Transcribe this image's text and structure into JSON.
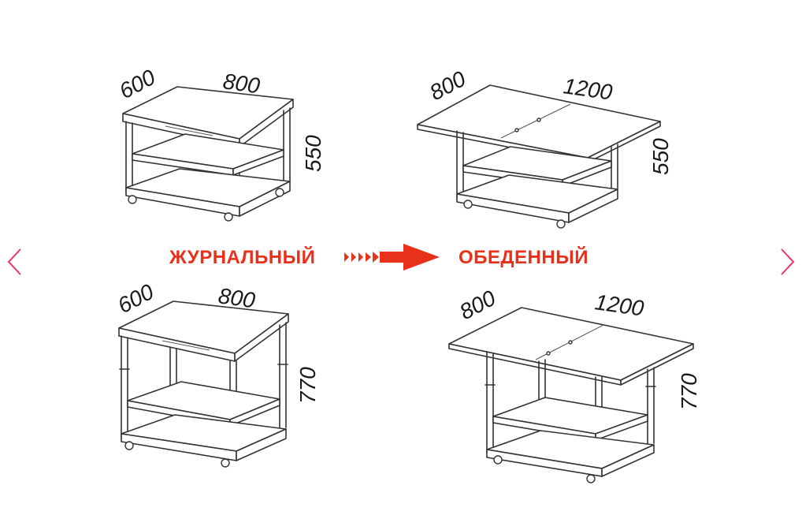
{
  "slider": {
    "prev_icon": "chevron-left-icon",
    "next_icon": "chevron-right-icon",
    "accent_color": "#e8316f"
  },
  "transformation": {
    "from_label": "ЖУРНАЛЬНЫЙ",
    "to_label": "ОБЕДЕННЫЙ",
    "arrow_icon": "arrow-right-icon",
    "label_color": "#e8311a"
  },
  "diagrams": [
    {
      "id": "coffee-low",
      "depth": "600",
      "width": "800",
      "height": "550"
    },
    {
      "id": "dining-low",
      "depth": "800",
      "width": "1200",
      "height": "550"
    },
    {
      "id": "coffee-high",
      "depth": "600",
      "width": "800",
      "height": "770"
    },
    {
      "id": "dining-high",
      "depth": "800",
      "width": "1200",
      "height": "770"
    }
  ]
}
